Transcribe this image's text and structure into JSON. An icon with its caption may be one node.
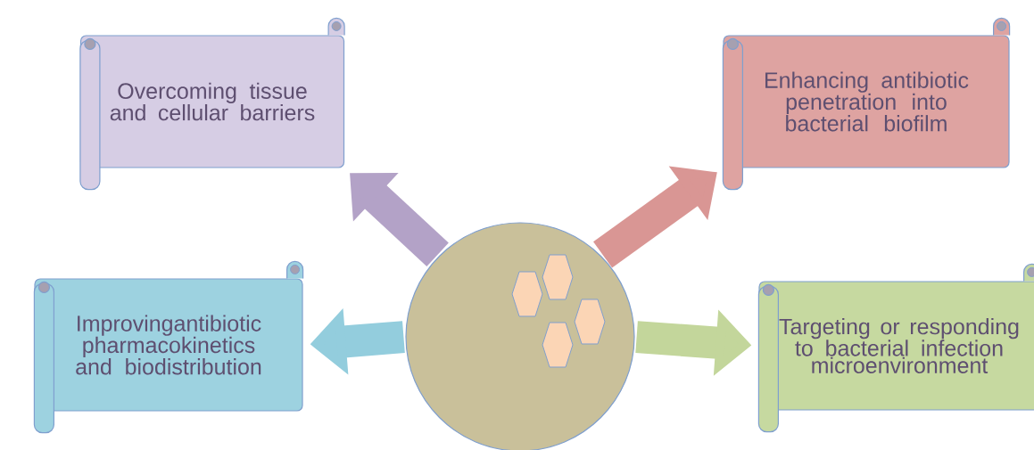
{
  "diagram": {
    "nodes": [
      {
        "text": [
          "Overcoming tissue and cellular barriers"
        ]
      },
      {
        "text": [
          "Enhancing antibiotic penetration into bacterial biofilm"
        ]
      },
      {
        "text": [
          "Improvingantibiotic pharmacokinetics and biodistribution"
        ]
      },
      {
        "text": [],
        "shape": "circle"
      },
      {
        "text": [
          "Targeting or responding to bacterial infection microenvironment"
        ]
      }
    ],
    "edges": [
      {
        "from": 3,
        "to": 0,
        "arrow": "to",
        "color": "#b3a2c7"
      },
      {
        "from": 3,
        "to": 1,
        "arrow": "to",
        "color": "#d99694"
      },
      {
        "from": 3,
        "to": 2,
        "arrow": "to",
        "color": "#93cddd"
      },
      {
        "from": 3,
        "to": 4,
        "arrow": "to",
        "color": "#c3d69b"
      }
    ]
  }
}
